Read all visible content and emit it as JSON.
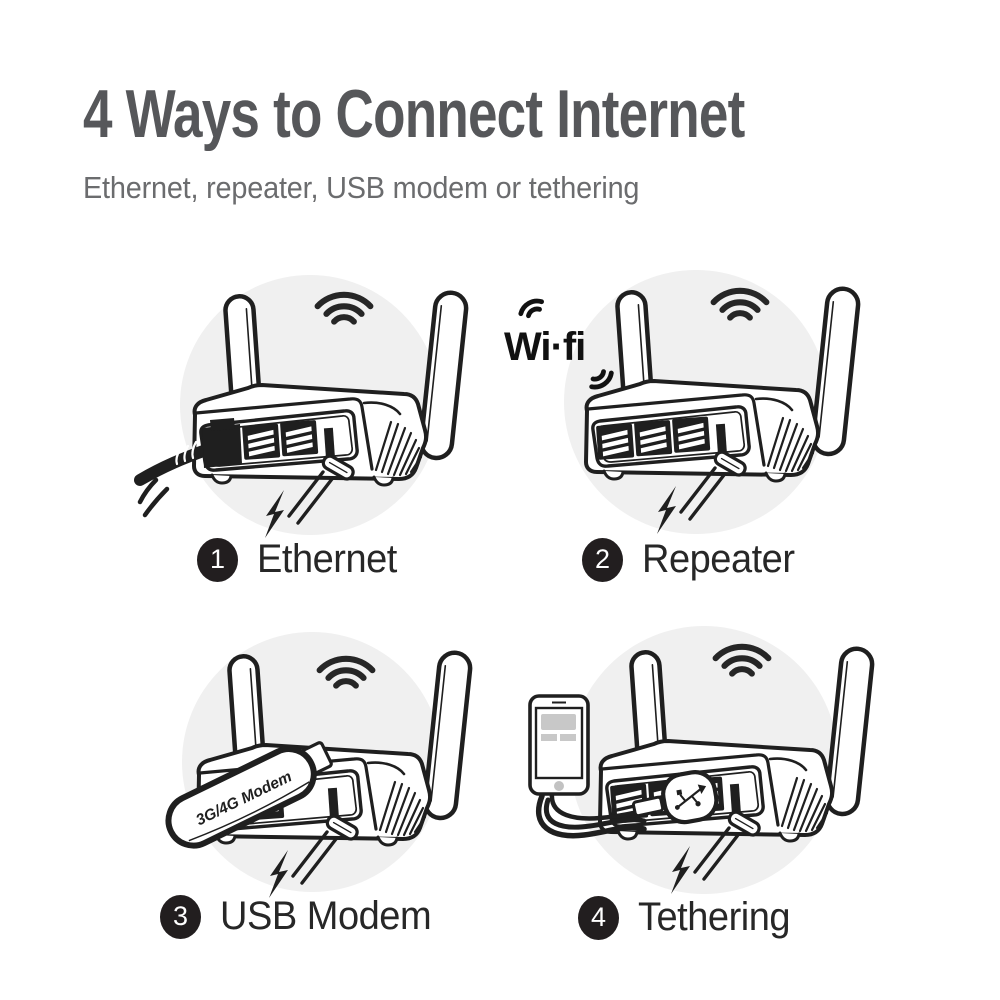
{
  "header": {
    "title": "4 Ways to Connect Internet",
    "subtitle": "Ethernet, repeater, USB modem or tethering"
  },
  "panels": [
    {
      "number": "1",
      "label": "Ethernet",
      "illustration": "router-with-ethernet-cable"
    },
    {
      "number": "2",
      "label": "Repeater",
      "illustration": "router-repeating-wifi-signal"
    },
    {
      "number": "3",
      "label": "USB Modem",
      "illustration": "router-with-3g4g-usb-modem"
    },
    {
      "number": "4",
      "label": "Tethering",
      "illustration": "router-tethered-to-phone"
    }
  ],
  "illustration_texts": {
    "wifi_logo": "Wi·fi",
    "usb_modem_stick": "3G/4G Modem"
  },
  "colors": {
    "title_text": "#56575a",
    "subtitle_text": "#6b6c6e",
    "line_art": "#1f1f1f",
    "circle_background": "#f0f0f0",
    "badge_background": "#221e1f",
    "badge_text": "#ffffff",
    "caption_text": "#272727",
    "phone_screen_blocks": "#c8c8c8"
  }
}
